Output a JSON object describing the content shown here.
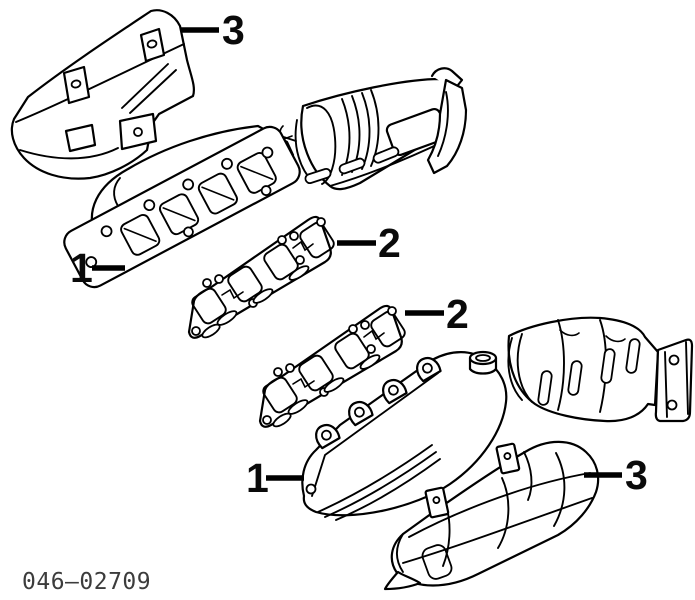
{
  "figure": {
    "code": "046–02709"
  },
  "callouts": [
    {
      "ref": "heat-shield-upper",
      "label": "3"
    },
    {
      "ref": "exhaust-manifold-catalyst-upper",
      "label": "1"
    },
    {
      "ref": "manifold-gasket-upper",
      "label": "2"
    },
    {
      "ref": "manifold-gasket-lower",
      "label": "2"
    },
    {
      "ref": "exhaust-manifold-catalyst-lower",
      "label": "1"
    },
    {
      "ref": "heat-shield-lower",
      "label": "3"
    }
  ],
  "colors": {
    "line": "#000000",
    "background": "#ffffff",
    "label": "#0a0a0a",
    "caption": "#3c3c3c"
  }
}
